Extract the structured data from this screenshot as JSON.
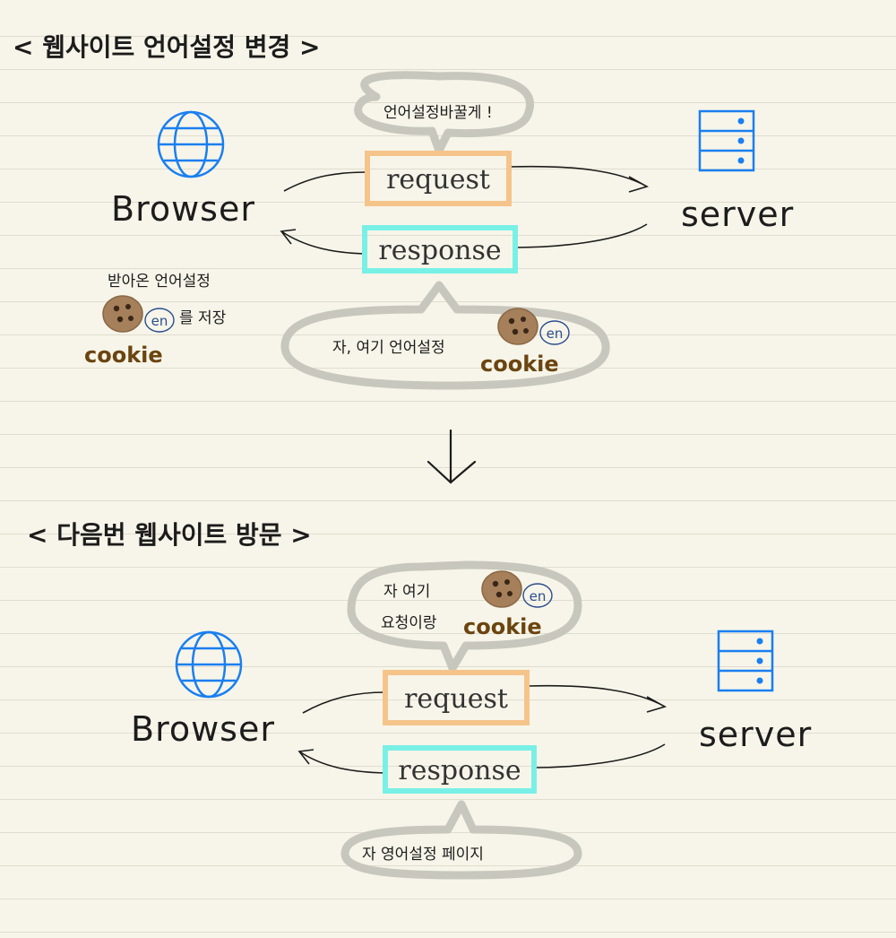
{
  "colors": {
    "background": "#f7f5e9",
    "ruled_line": "#e0ddd0",
    "request_box": "#f5c48a",
    "response_box": "#79f0e6",
    "icon_blue": "#1a7ff0",
    "cookie": "#a5805a",
    "cookie_text": "#6b4410",
    "bubble": "#c8c7bd"
  },
  "section1": {
    "title": "< 웹사이트 언어설정 변경 >",
    "browser_label": "Browser",
    "server_label": "server",
    "request_label": "request",
    "response_label": "response",
    "request_note": "언어설정바꿀게 !",
    "response_note": "자, 여기 언어설정",
    "browser_note_line1": "받아온 언어설정",
    "browser_note_line2": "를 저장",
    "cookie_label": "cookie",
    "cookie_lang": "en"
  },
  "down_arrow": "↓",
  "section2": {
    "title": "< 다음번 웹사이트 방문 >",
    "browser_label": "Browser",
    "server_label": "server",
    "request_label": "request",
    "response_label": "response",
    "request_note_line1": "자 여기",
    "request_note_line2": "요청이랑",
    "response_note": "자 영어설정 페이지",
    "cookie_label": "cookie",
    "cookie_lang": "en"
  }
}
